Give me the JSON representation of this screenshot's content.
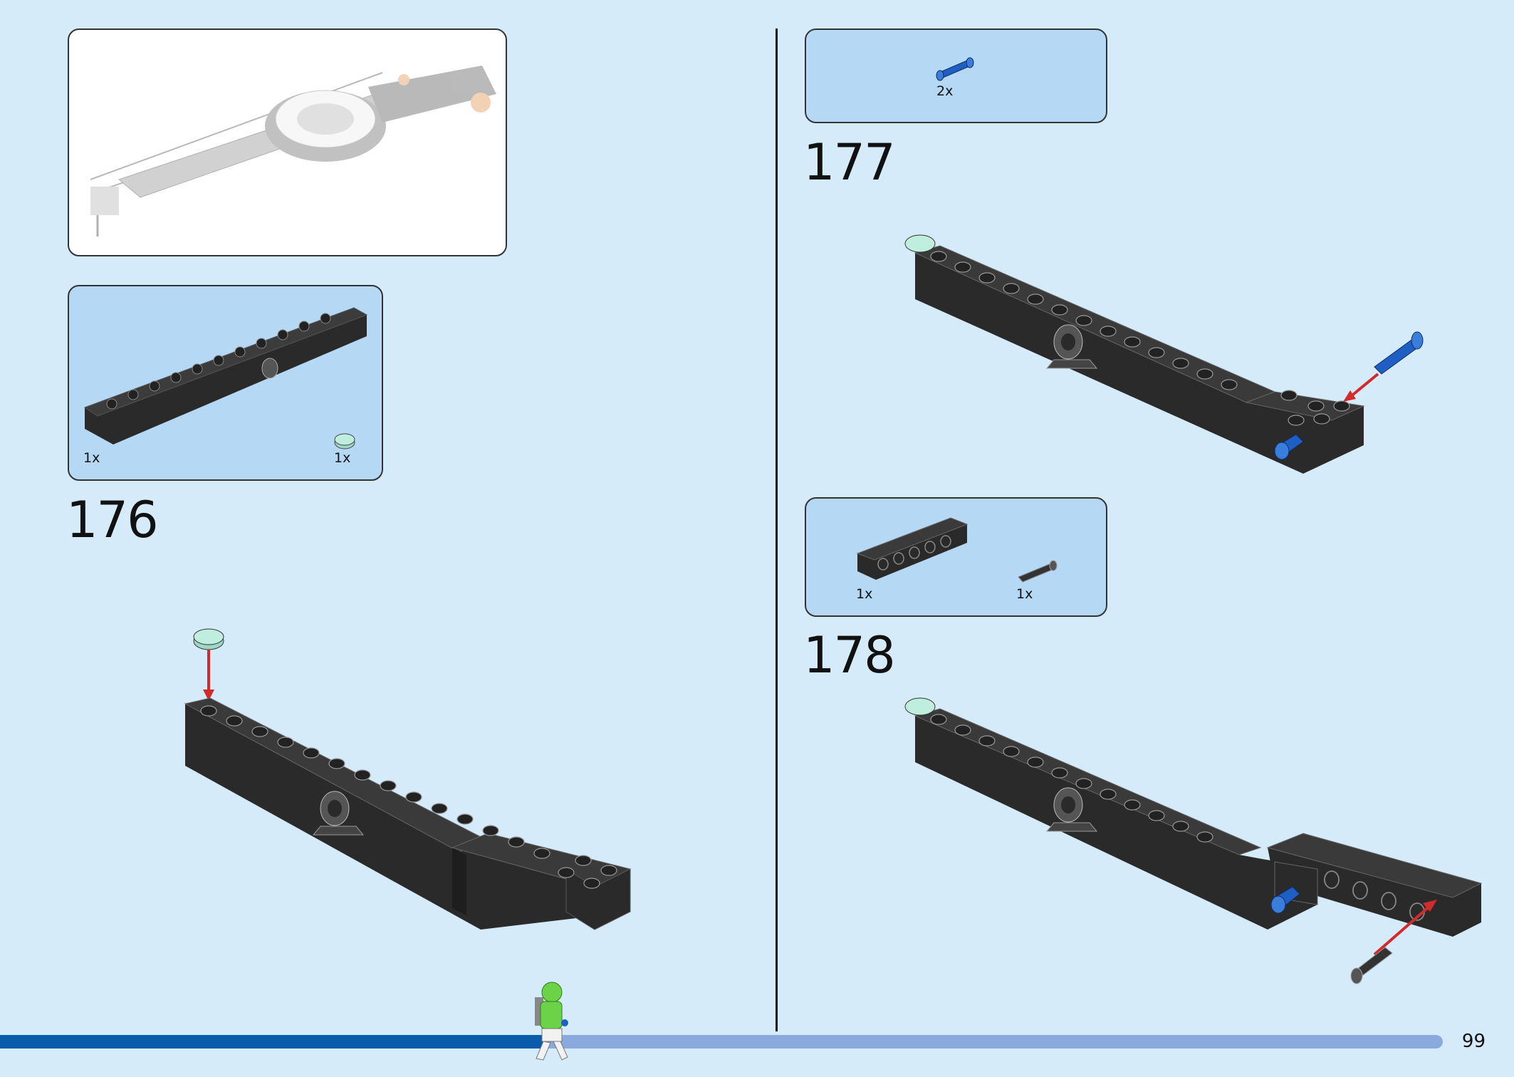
{
  "colors": {
    "page_background": "#d6ebfa",
    "parts_box": "#b5d8f5",
    "brick": "#2a2a2a",
    "arrow": "#d22b2b",
    "pin_blue": "#1f5fc4",
    "tile_trans": "#bfeede",
    "progress_done": "#0a5bab",
    "progress_track": "#8aa9dc"
  },
  "overview": {
    "icon": "crane-arm-assembly-illustration"
  },
  "step176": {
    "number": "176",
    "parts": [
      {
        "icon": "black-long-brick-icon",
        "qty": "1x"
      },
      {
        "icon": "trans-round-tile-icon",
        "qty": "1x"
      }
    ]
  },
  "step177": {
    "number": "177",
    "parts": [
      {
        "icon": "blue-pin-icon",
        "qty": "2x"
      }
    ]
  },
  "step178": {
    "number": "178",
    "parts": [
      {
        "icon": "technic-brick-icon",
        "qty": "1x"
      },
      {
        "icon": "black-pin-icon",
        "qty": "1x"
      }
    ]
  },
  "progress": {
    "fraction": 0.38,
    "icon": "astronaut-minifigure-icon"
  },
  "page_number": "99"
}
